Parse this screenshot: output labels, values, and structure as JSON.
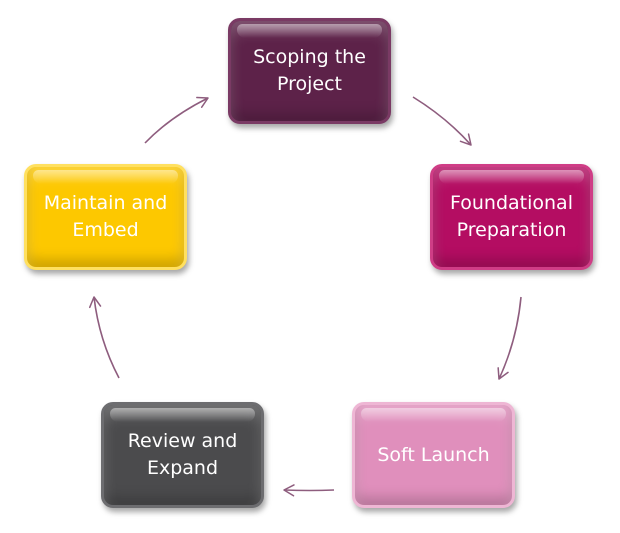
{
  "diagram": {
    "type": "cycle",
    "arrow_color": "#8e5d7e",
    "steps": [
      {
        "id": "scoping",
        "label": "Scoping the\nProject",
        "fill": "#5d2249",
        "border": "#7a3a64"
      },
      {
        "id": "foundational",
        "label": "Foundational\nPreparation",
        "fill": "#b40d62",
        "border": "#cf3d86"
      },
      {
        "id": "soft-launch",
        "label": "Soft Launch",
        "fill": "#e08fbc",
        "border": "#eeb6d4"
      },
      {
        "id": "review",
        "label": "Review and\nExpand",
        "fill": "#4b4b4d",
        "border": "#6d6d70"
      },
      {
        "id": "maintain",
        "label": "Maintain and\nEmbed",
        "fill": "#fdc800",
        "border": "#ffe060"
      }
    ]
  }
}
